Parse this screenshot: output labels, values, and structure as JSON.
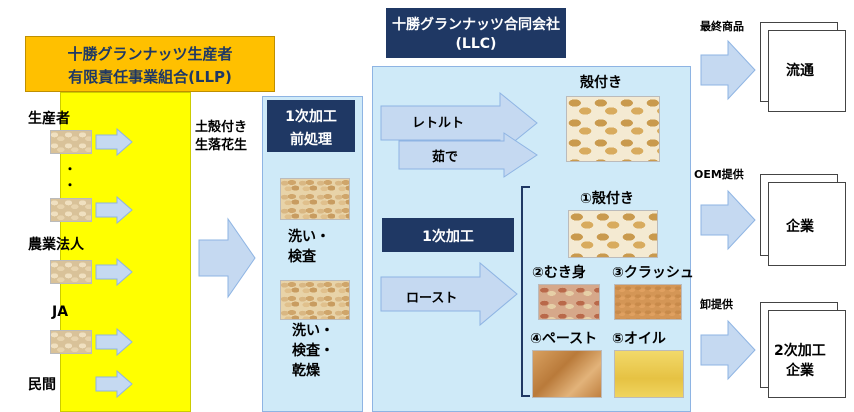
{
  "llp": {
    "title_line1": "十勝グランナッツ生産者",
    "title_line2": "有限責任事業組合(LLP)"
  },
  "llc": {
    "title_line1": "十勝グランナッツ合同会社",
    "title_line2": "(LLC)"
  },
  "producers": {
    "seisansha": "生産者",
    "dot1": "・",
    "dot2": "・",
    "nougyou": "農業法人",
    "ja": "JA",
    "minkan": "民間"
  },
  "input_label": {
    "line1": "土殻付き",
    "line2": "生落花生"
  },
  "pre_process": {
    "title_line1": "1次加工",
    "title_line2": "前処理",
    "wash_line1": "洗い・",
    "wash_line2": "検査",
    "dry_line1": "洗い・",
    "dry_line2": "検査・",
    "dry_line3": "乾燥"
  },
  "process": {
    "retort": "レトルト",
    "boil": "茹で",
    "primary": "1次加工",
    "roast": "ロースト"
  },
  "products": {
    "shelled_top": "殻付き",
    "p1": "①殻付き",
    "p2": "②むき身",
    "p3": "③クラッシュ",
    "p4": "④ペースト",
    "p5": "⑤オイル"
  },
  "outputs": {
    "final_label": "最終商品",
    "distribution": "流通",
    "oem_label": "OEM提供",
    "company": "企業",
    "wholesale_label": "卸提供",
    "secondary_line1": "2次加工",
    "secondary_line2": "企業"
  },
  "colors": {
    "llp_yellow": "#ffff00",
    "llc_blue": "#cfeaf8",
    "navy": "#1f3864",
    "arrow_fill": "#c5d9f1",
    "arrow_stroke": "#8eb4e3"
  }
}
